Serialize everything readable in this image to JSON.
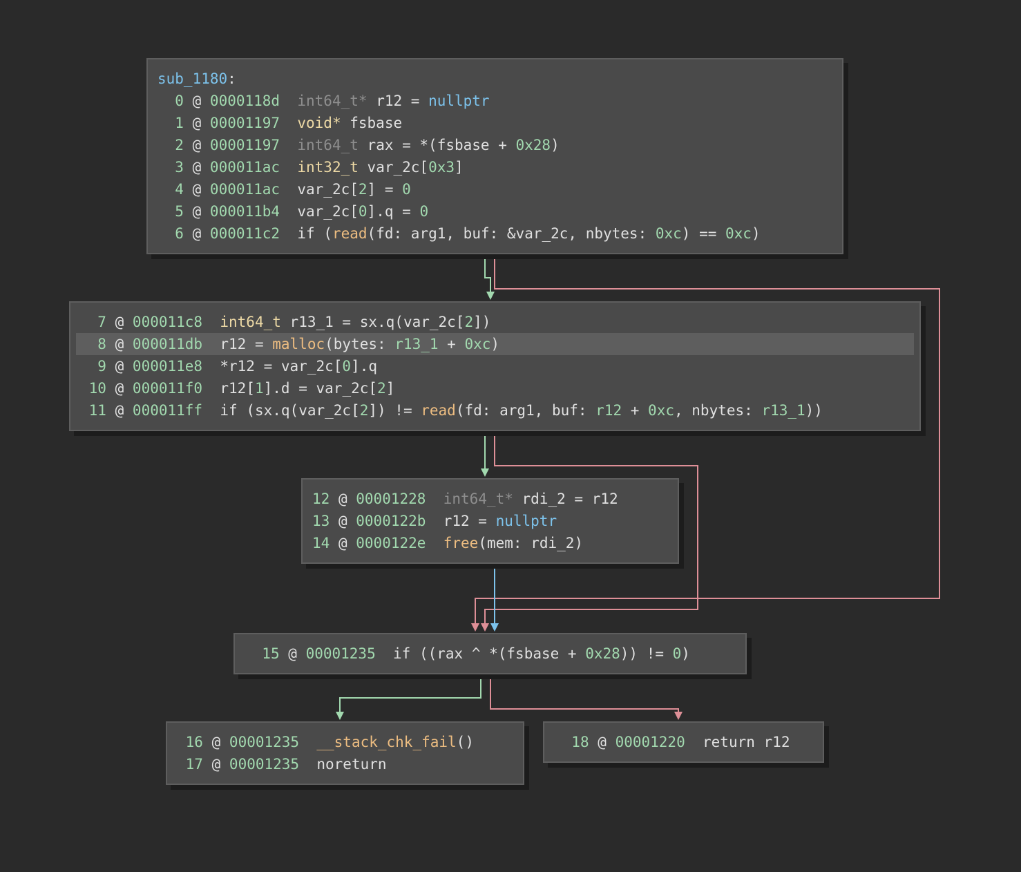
{
  "function_name": "sub_1180",
  "colors": {
    "background": "#2a2a2a",
    "block_fill": "#4a4a4a",
    "block_border": "#5e5e5e",
    "edge_true": "#a2d9af",
    "edge_false": "#de8f97",
    "edge_unconditional": "#7dc3ec"
  },
  "blocks": [
    {
      "id": "b0",
      "label": "sub_1180",
      "instructions": [
        {
          "index": "0",
          "address": "0000118d"
        },
        {
          "index": "1",
          "address": "00001197"
        },
        {
          "index": "2",
          "address": "00001197"
        },
        {
          "index": "3",
          "address": "000011ac"
        },
        {
          "index": "4",
          "address": "000011ac"
        },
        {
          "index": "5",
          "address": "000011b4"
        },
        {
          "index": "6",
          "address": "000011c2"
        }
      ]
    },
    {
      "id": "b1",
      "instructions": [
        {
          "index": "7",
          "address": "000011c8"
        },
        {
          "index": "8",
          "address": "000011db",
          "highlighted": true
        },
        {
          "index": "9",
          "address": "000011e8"
        },
        {
          "index": "10",
          "address": "000011f0"
        },
        {
          "index": "11",
          "address": "000011ff"
        }
      ]
    },
    {
      "id": "b2",
      "instructions": [
        {
          "index": "12",
          "address": "00001228"
        },
        {
          "index": "13",
          "address": "0000122b"
        },
        {
          "index": "14",
          "address": "0000122e"
        }
      ]
    },
    {
      "id": "b3",
      "instructions": [
        {
          "index": "15",
          "address": "00001235"
        }
      ]
    },
    {
      "id": "b4",
      "instructions": [
        {
          "index": "16",
          "address": "00001235"
        },
        {
          "index": "17",
          "address": "00001235"
        }
      ]
    },
    {
      "id": "b5",
      "instructions": [
        {
          "index": "18",
          "address": "00001220"
        }
      ]
    }
  ],
  "tokens": {
    "int64_t": "int64_t",
    "int64_t_ptr": "int64_t*",
    "void_ptr": "void*",
    "int32_t": "int32_t",
    "nullptr": "nullptr",
    "r12": "r12",
    "fsbase": "fsbase",
    "rax": "rax",
    "var_2c": "var_2c",
    "r13_1": "r13_1",
    "rdi_2": "rdi_2",
    "read": "read",
    "malloc": "malloc",
    "free": "free",
    "stack_chk_fail": "__stack_chk_fail",
    "sx_q": "sx.q",
    "arg1": "arg1",
    "if": "if",
    "return": "return",
    "noreturn": "noreturn",
    "fd": "fd",
    "buf": "buf",
    "nbytes": "nbytes",
    "bytes": "bytes",
    "mem": "mem",
    "hex_0x28": "0x28",
    "hex_0x3": "0x3",
    "hex_0xc": "0xc",
    "n0": "0",
    "n1": "1",
    "n2": "2",
    "q": "q",
    "d": "d"
  }
}
